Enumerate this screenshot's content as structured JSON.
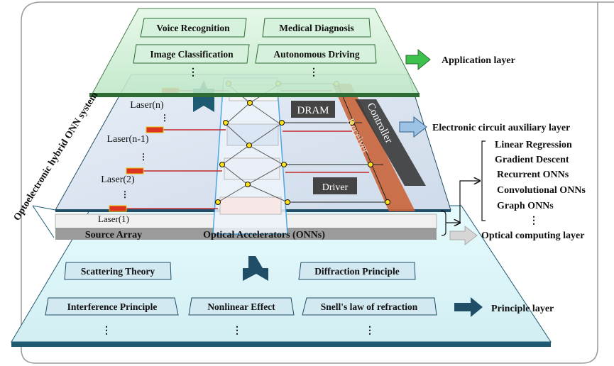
{
  "system_label": "Optoelectronic hybrid ONN system",
  "layers": {
    "application": {
      "label": "Application layer",
      "items": [
        "Voice Recognition",
        "Medical Diagnosis",
        "Image Classification",
        "Autonomous Driving"
      ],
      "color": "#3cb54a"
    },
    "electronic": {
      "label": "Electronic circuit auxiliary layer",
      "components": {
        "dram": "DRAM",
        "driver": "Driver",
        "controller": "Controller",
        "receiver": "Receiver"
      },
      "color": "#9cc3e6"
    },
    "optical": {
      "label": "Optical computing layer",
      "base_labels": {
        "source": "Source Array",
        "accelerators": "Optical Accelerators (ONNs)"
      },
      "lasers": [
        "Laser(n)",
        "Laser(n-1)",
        "Laser(2)",
        "Laser(1)"
      ],
      "models": [
        "Linear Regression",
        "Gradient Descent",
        "Recurrent ONNs",
        "Convolutional ONNs",
        "Graph ONNs"
      ],
      "color": "#d0d0d0"
    },
    "principle": {
      "label": "Principle layer",
      "items": [
        "Scattering Theory",
        "Diffraction Principle",
        "Interference Principle",
        "Nonlinear Effect",
        "Snell's law of refraction"
      ],
      "color": "#1f4e66"
    }
  },
  "ellipsis": "⋮"
}
